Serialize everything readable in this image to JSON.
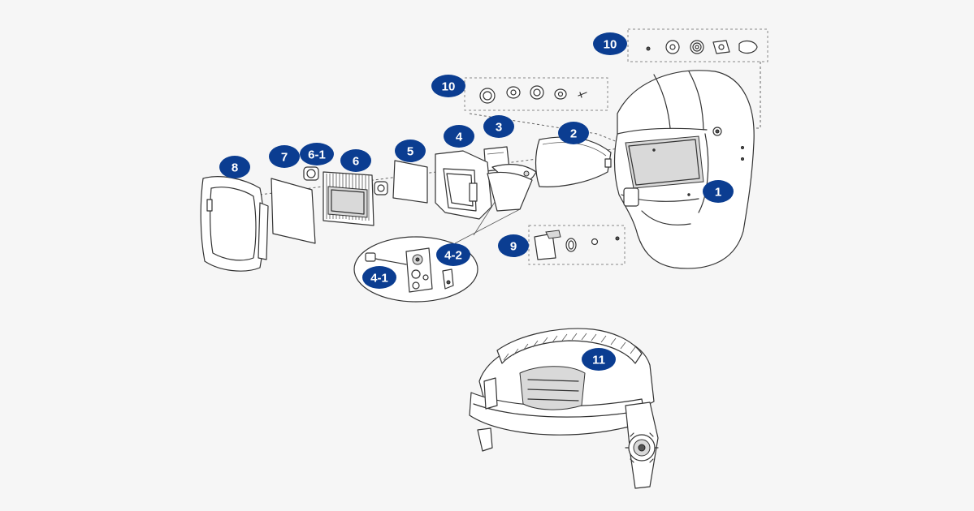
{
  "callouts": [
    {
      "id": "c1",
      "label": "1"
    },
    {
      "id": "c2",
      "label": "2"
    },
    {
      "id": "c3",
      "label": "3"
    },
    {
      "id": "c4",
      "label": "4"
    },
    {
      "id": "c4-1",
      "label": "4-1"
    },
    {
      "id": "c4-2",
      "label": "4-2"
    },
    {
      "id": "c5",
      "label": "5"
    },
    {
      "id": "c6",
      "label": "6"
    },
    {
      "id": "c6-1",
      "label": "6-1"
    },
    {
      "id": "c7",
      "label": "7"
    },
    {
      "id": "c8",
      "label": "8"
    },
    {
      "id": "c9",
      "label": "9"
    },
    {
      "id": "c10a",
      "label": "10"
    },
    {
      "id": "c10b",
      "label": "10"
    },
    {
      "id": "c11",
      "label": "11"
    }
  ],
  "colors": {
    "badge": "#0b3d91",
    "background": "#f6f6f6",
    "line": "#333333"
  }
}
